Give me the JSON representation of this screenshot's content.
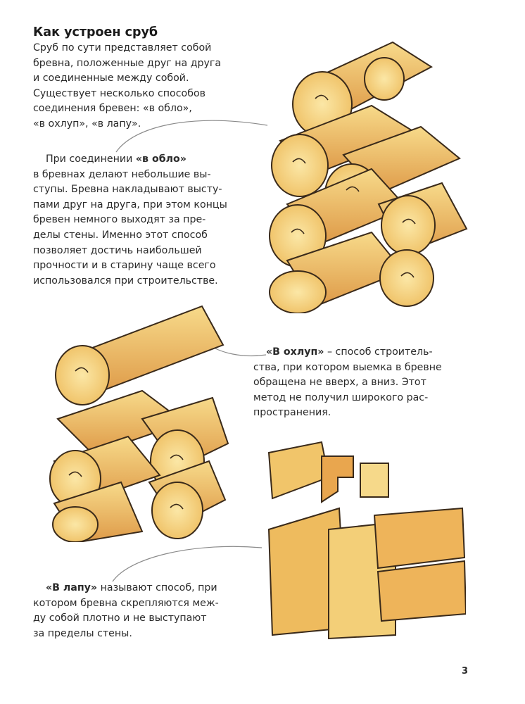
{
  "title": "Как устроен сруб",
  "intro": [
    "Сруб по сути представляет собой",
    "бревна, положенные друг на друга",
    "и соединенные между собой.",
    "Существует несколько способов",
    "соединения бревен: «в обло»,",
    "«в охлуп», «в лапу»."
  ],
  "oblo": {
    "lead": "При соединении ",
    "term": "«в обло»",
    "lines": [
      "в бревнах делают небольшие вы-",
      "ступы. Бревна накладывают высту-",
      "пами друг на друга, при этом концы",
      "бревен немного выходят за пре-",
      "делы стены. Именно этот способ",
      "позволяет достичь наибольшей",
      "прочности и в старину чаще всего",
      "использовался при строительстве."
    ]
  },
  "ohlup": {
    "term": "«В охлуп»",
    "rest": " – способ строитель-",
    "lines": [
      "ства, при котором выемка в бревне",
      "обращена не вверх, а вниз. Этот",
      "метод не получил широкого рас-",
      "пространения."
    ]
  },
  "lapu": {
    "term": "«В лапу»",
    "rest": " называют способ, при",
    "lines": [
      "котором бревна скрепляются меж-",
      "ду собой плотно и не выступают",
      "за пределы стены."
    ]
  },
  "page_number": "3",
  "colors": {
    "wood_light": "#f6dc8e",
    "wood_mid": "#eebf62",
    "wood_dark": "#d98e3e",
    "outline": "#3a2a1a"
  }
}
